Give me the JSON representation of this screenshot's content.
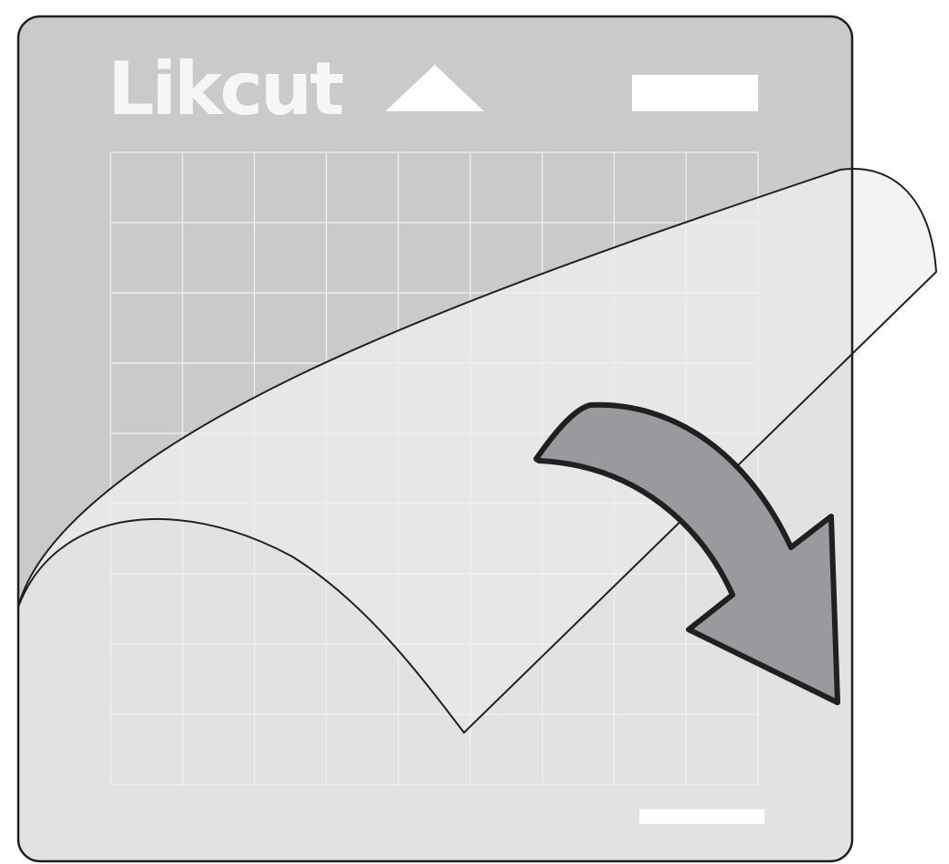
{
  "mat": {
    "brand": "Likcut",
    "base_color": "#c9cacc",
    "outline_color": "#231f20",
    "grid_color": "#f2f2f2",
    "grid_columns": 9,
    "grid_rows": 9
  },
  "protective_film": {
    "color": "#f0f0f0",
    "underside_color": "#e2e2e2"
  },
  "peel_arrow": {
    "icon": "curved-arrow-down-right-icon",
    "color": "#9a9a9e"
  },
  "markers": {
    "top_icon": "triangle-up-icon",
    "top_label_color": "#ffffff",
    "bottom_label_color": "#ffffff"
  }
}
